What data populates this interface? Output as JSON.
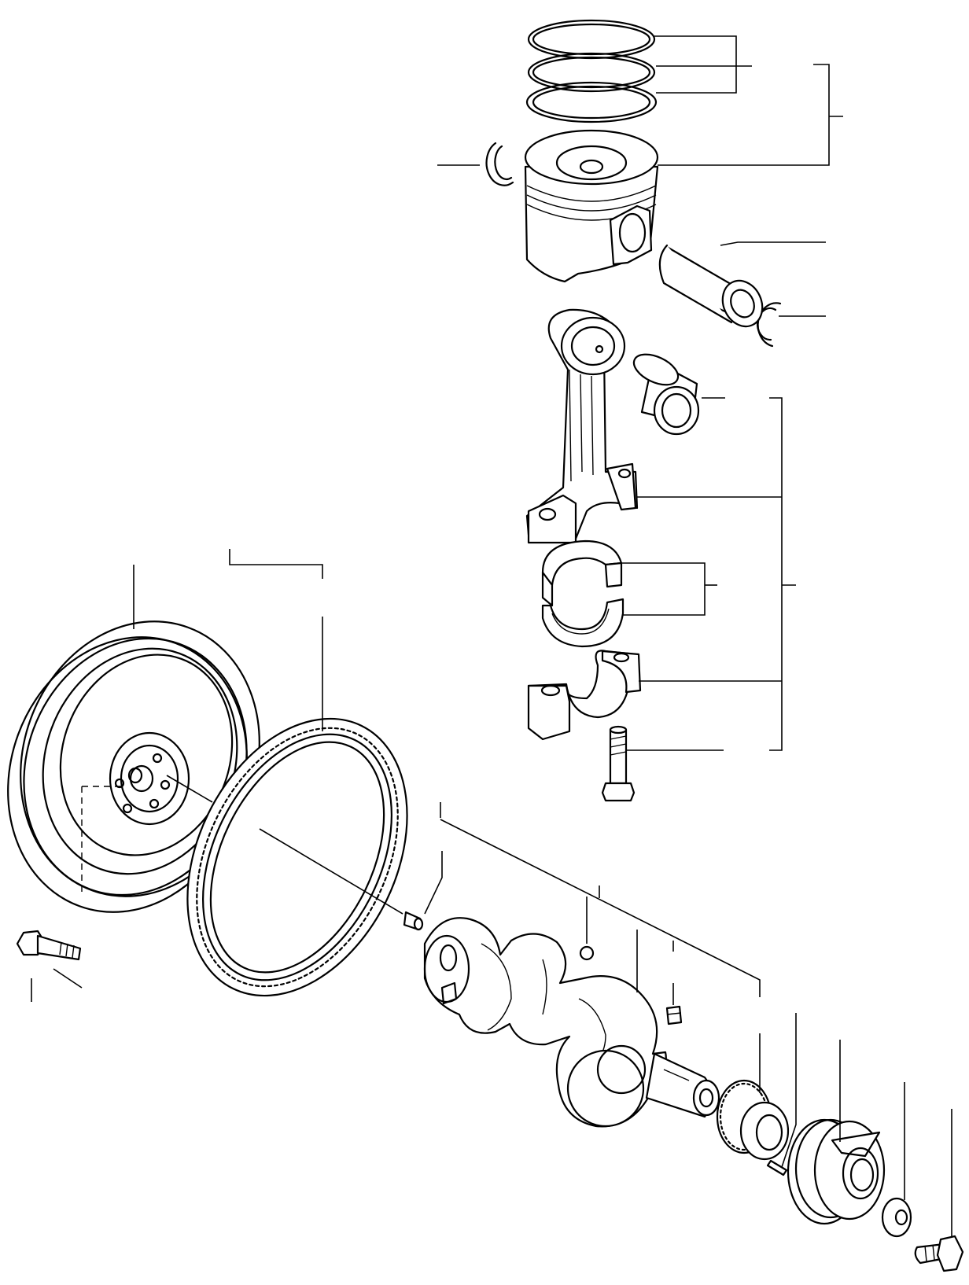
{
  "diagram": {
    "style": "exploded-parts-line-drawing",
    "colors": {
      "background": "#ffffff",
      "stroke": "#000000"
    },
    "parts": [
      "piston-ring-set",
      "piston",
      "piston-pin-circlip",
      "piston-pin",
      "connecting-rod",
      "small-end-bushing",
      "big-end-bearing-upper",
      "big-end-bearing-lower",
      "connecting-rod-cap",
      "connecting-rod-bolt",
      "flywheel",
      "ring-gear",
      "flywheel-bolt",
      "dowel-pin",
      "crankshaft",
      "steel-ball",
      "woodruff-key",
      "crankshaft-gear",
      "pin",
      "crankshaft-pulley",
      "washer",
      "pulley-bolt"
    ]
  }
}
